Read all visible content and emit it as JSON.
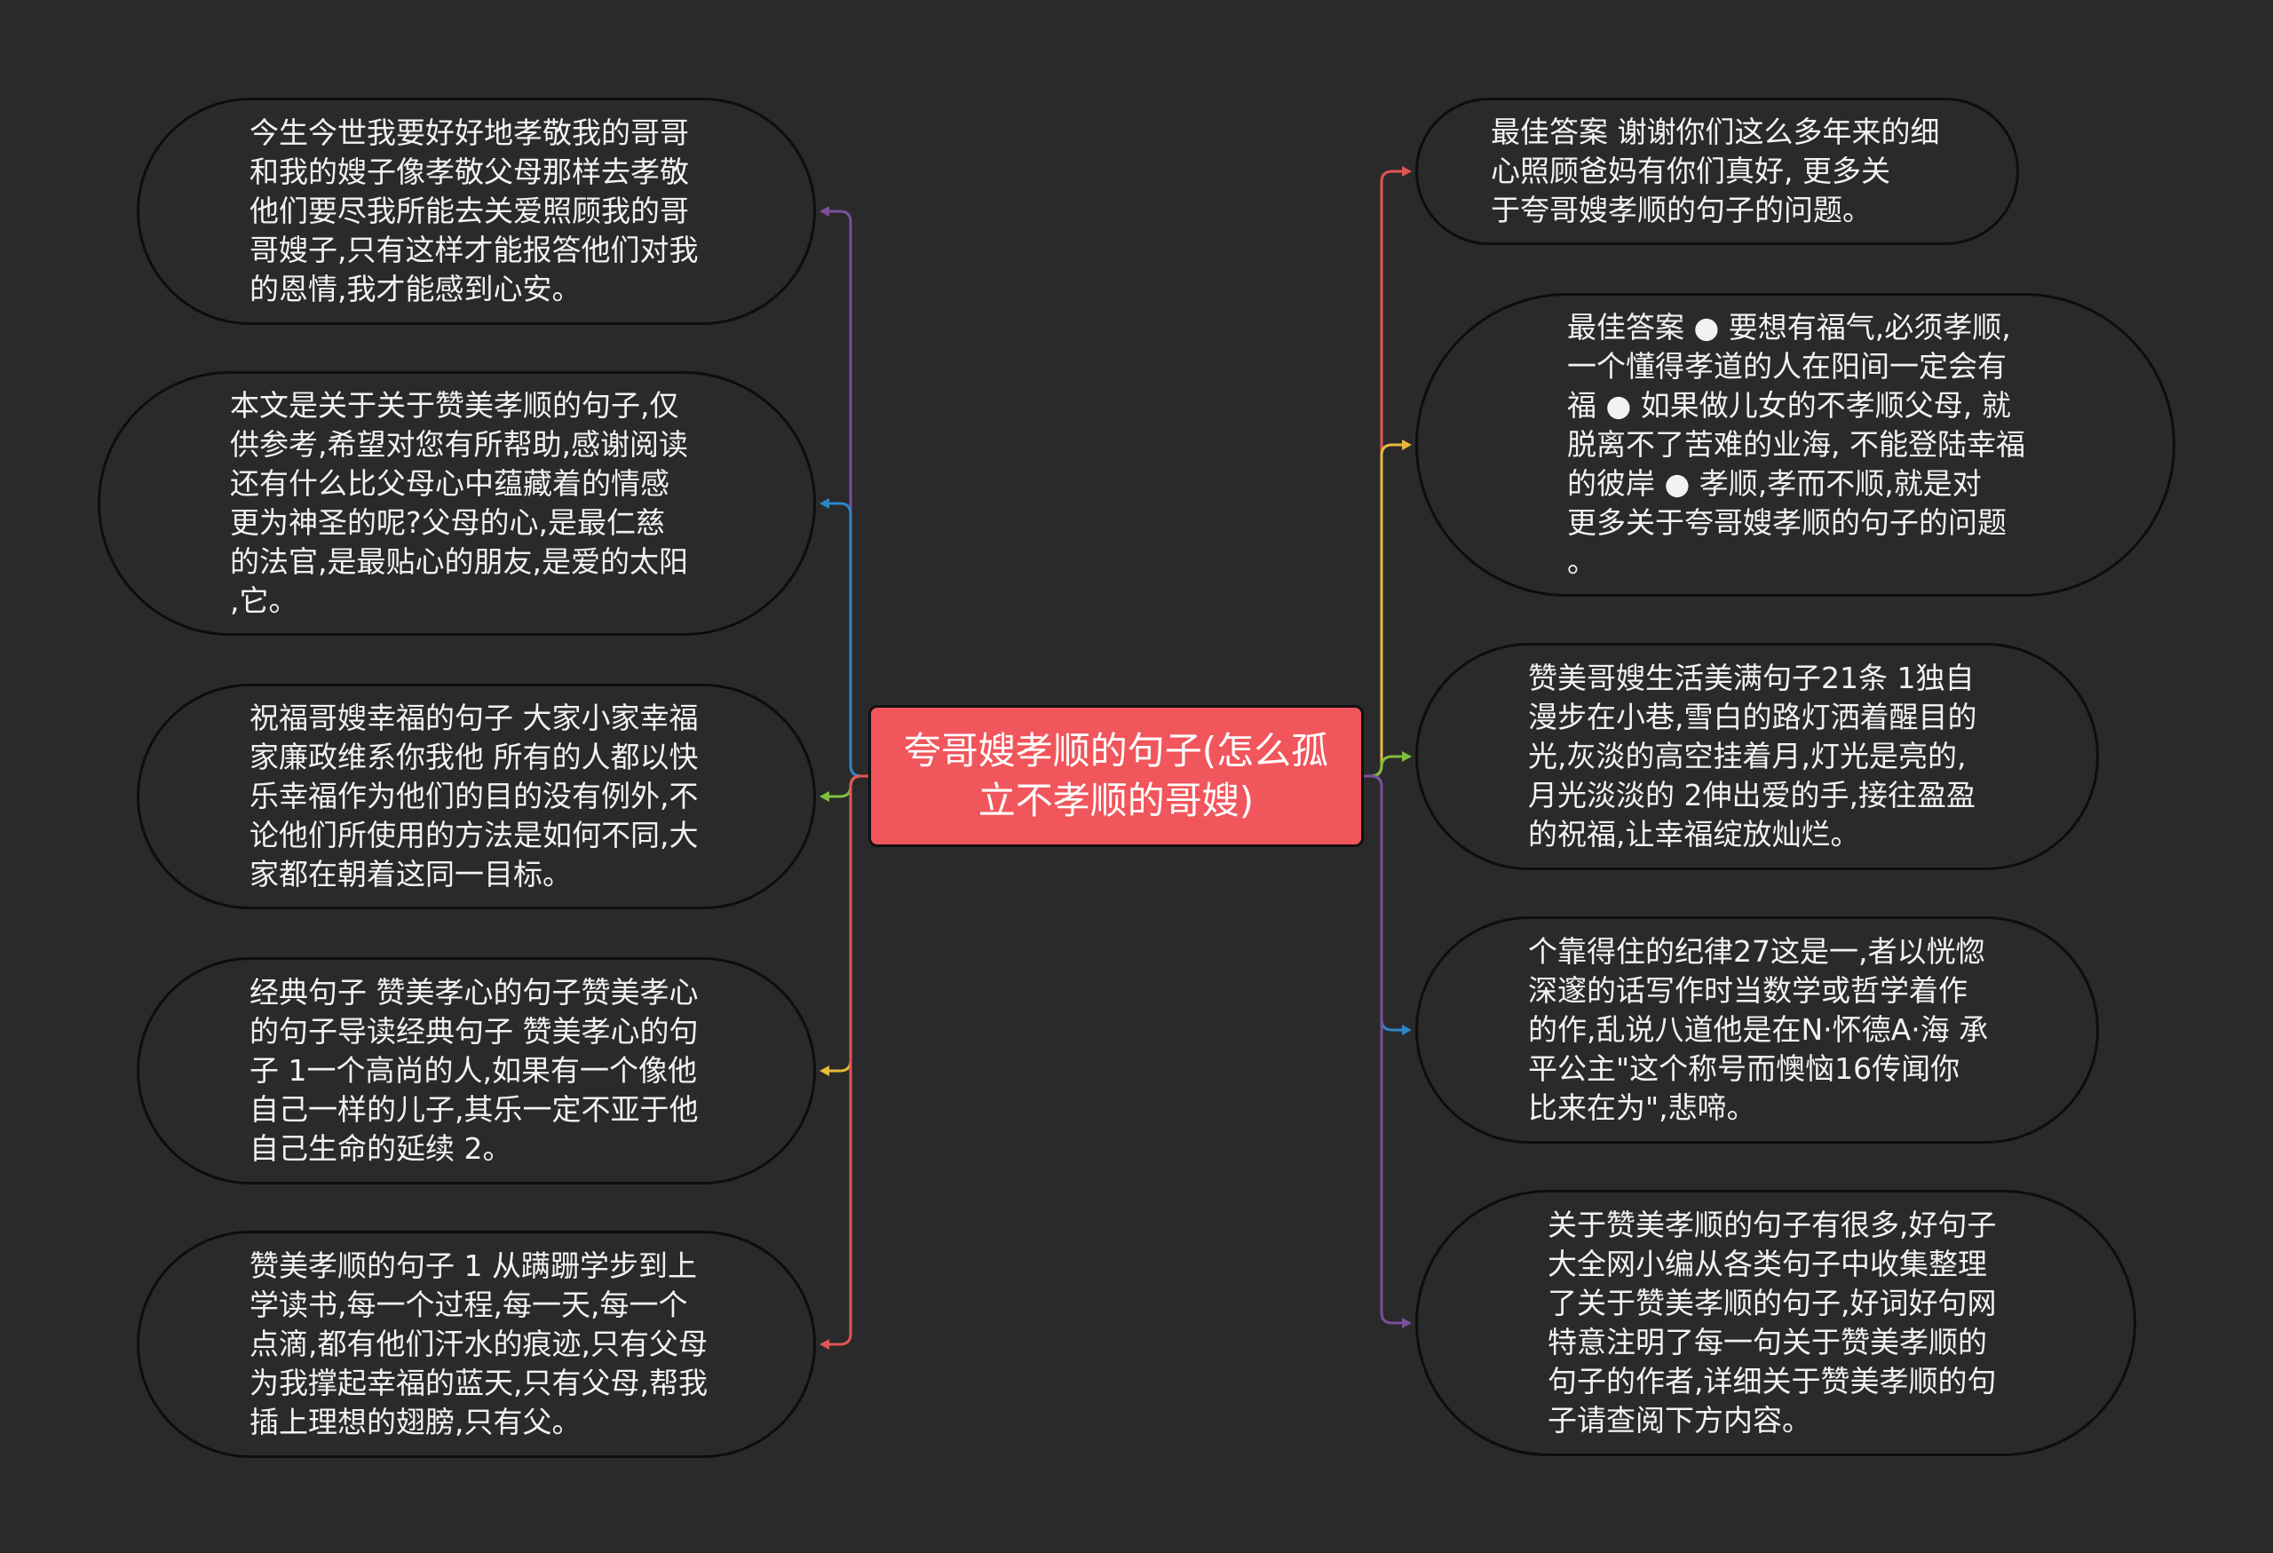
{
  "center": {
    "text": "夸哥嫂孝顺的句子(怎么孤\n立不孝顺的哥嫂)",
    "color": "#f0565c"
  },
  "left_nodes": [
    {
      "text": "今生今世我要好好地孝敬我的哥哥\n和我的嫂子像孝敬父母那样去孝敬\n他们要尽我所能去关爱照顾我的哥\n哥嫂子,只有这样才能报答他们对我\n的恩情,我才能感到心安。",
      "color": "#7a4e9c"
    },
    {
      "text": "本文是关于关于赞美孝顺的句子,仅\n供参考,希望对您有所帮助,感谢阅读\n 还有什么比父母心中蕴藏着的情感\n更为神圣的呢?父母的心,是最仁慈\n的法官,是最贴心的朋友,是爱的太阳\n,它。",
      "color": "#2d86c8"
    },
    {
      "text": "祝福哥嫂幸福的句子 大家小家幸福\n家廉政维系你我他 所有的人都以快\n乐幸福作为他们的目的没有例外,不\n论他们所使用的方法是如何不同,大\n家都在朝着这同一目标。",
      "color": "#7fbf3f"
    },
    {
      "text": "经典句子 赞美孝心的句子赞美孝心\n的句子导读经典句子 赞美孝心的句\n子 1一个高尚的人,如果有一个像他\n自己一样的儿子,其乐一定不亚于他\n自己生命的延续 2。",
      "color": "#e8b93a"
    },
    {
      "text": "赞美孝顺的句子 1 从蹒跚学步到上\n学读书,每一个过程,每一天,每一个\n点滴,都有他们汗水的痕迹,只有父母\n为我撑起幸福的蓝天,只有父母,帮我\n插上理想的翅膀,只有父。",
      "color": "#e05555"
    }
  ],
  "right_nodes": [
    {
      "text": "最佳答案 谢谢你们这么多年来的细\n心照顾爸妈有你们真好,     更多关\n于夸哥嫂孝顺的句子的问题。",
      "color": "#e05555"
    },
    {
      "text": "最佳答案 ● 要想有福气,必须孝顺,\n一个懂得孝道的人在阳间一定会有\n福 ● 如果做儿女的不孝顺父母, 就\n脱离不了苦难的业海, 不能登陆幸福\n的彼岸 ● 孝顺,孝而不顺,就是对 \n更多关于夸哥嫂孝顺的句子的问题\n。",
      "color": "#e8b93a"
    },
    {
      "text": "赞美哥嫂生活美满句子21条 1独自\n漫步在小巷,雪白的路灯洒着醒目的\n光,灰淡的高空挂着月,灯光是亮的,\n月光淡淡的 2伸出爱的手,接往盈盈\n的祝福,让幸福绽放灿烂。",
      "color": "#7fbf3f"
    },
    {
      "text": "个靠得住的纪律27这是一,者以恍惚\n深邃的话写作时当数学或哲学着作\n的作,乱说八道他是在N·怀德A·海 承\n平公主\"这个称号而懊恼16传闻你\n比来在为\",悲啼。",
      "color": "#2d86c8"
    },
    {
      "text": "关于赞美孝顺的句子有很多,好句子\n大全网小编从各类句子中收集整理\n了关于赞美孝顺的句子,好词好句网\n特意注明了每一句关于赞美孝顺的\n句子的作者,详细关于赞美孝顺的句\n子请查阅下方内容。",
      "color": "#7a4e9c"
    }
  ]
}
